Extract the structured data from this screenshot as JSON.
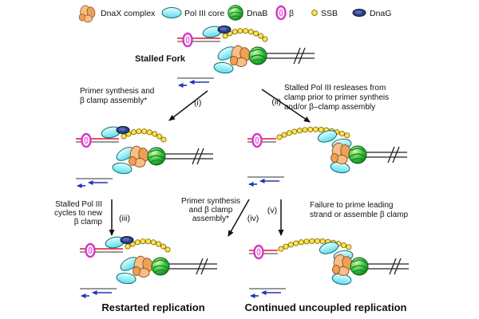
{
  "figure": {
    "background": "#ffffff",
    "legend": {
      "items": [
        {
          "name": "dnax-complex-icon",
          "label": "DnaX complex",
          "color": "#EFA055"
        },
        {
          "name": "pol3-core-icon",
          "label": "Pol III core",
          "color": "#9BF0F5"
        },
        {
          "name": "dnab-icon",
          "label": "DnaB",
          "color": "#39c43f"
        },
        {
          "name": "beta-clamp-icon",
          "label": "β",
          "color": "#D835C9"
        },
        {
          "name": "ssb-icon",
          "label": "SSB",
          "color": "#FFE34D"
        },
        {
          "name": "dnag-icon",
          "label": "DnaG",
          "color": "#2B3E8C"
        }
      ]
    },
    "labels": {
      "stalled_fork": "Stalled Fork",
      "restarted": "Restarted replication",
      "uncoupled": "Continued uncoupled replication"
    },
    "steps": {
      "i": {
        "num": "(i)",
        "lines": [
          "Primer synthesis and",
          "β clamp assembly*"
        ]
      },
      "ii": {
        "num": "(ii)",
        "lines": [
          "Stalled Pol III resleases from",
          "clamp prior to primer syntheis",
          "and/or β–clamp assembly"
        ]
      },
      "iii": {
        "num": "(iii)",
        "lines": [
          "Stalled Pol III",
          "cycles to new",
          "β clamp"
        ]
      },
      "iv": {
        "num": "(iv)",
        "lines": [
          "Primer synthesis",
          "and β clamp",
          "assembly*"
        ]
      },
      "v": {
        "num": "(v)",
        "lines": [
          "Failure to prime leading",
          "strand or assemble β clamp"
        ]
      }
    }
  }
}
